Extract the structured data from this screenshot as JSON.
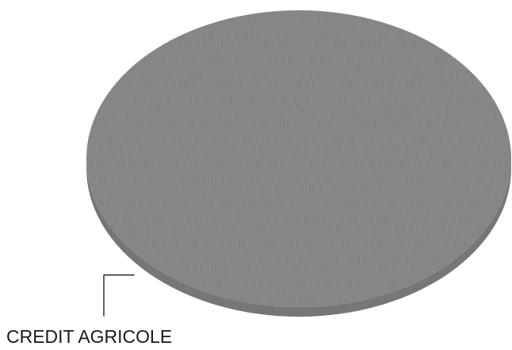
{
  "chart_data": {
    "type": "pie",
    "style": "3d",
    "title": "",
    "slices": [
      {
        "label": "CREDIT AGRICOLE",
        "value": 100,
        "color": "#8c8c8c"
      }
    ],
    "legend": "none",
    "grid": false
  }
}
